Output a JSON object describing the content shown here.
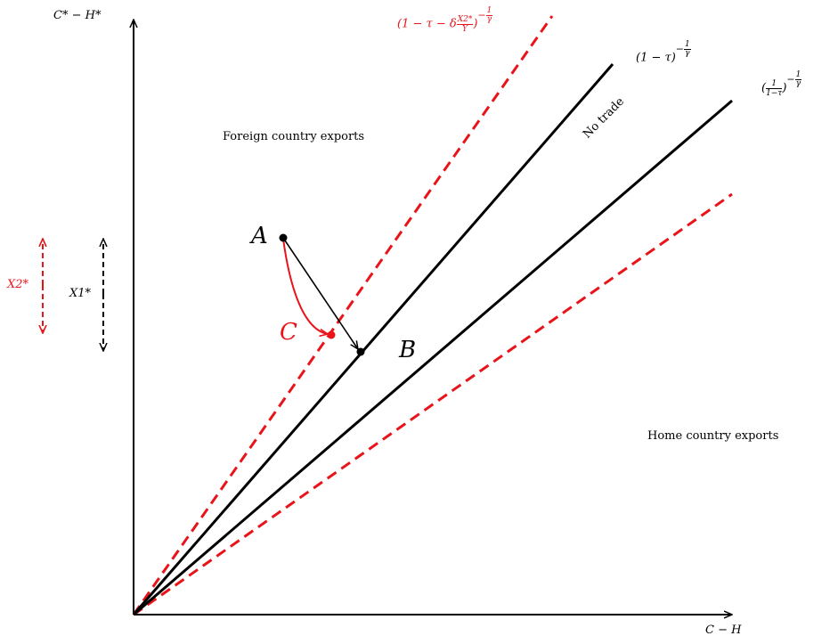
{
  "axes": {
    "y_label": "C* − H*",
    "x_label": "C − H"
  },
  "regions": {
    "foreign": "Foreign country exports",
    "home": "Home country exports",
    "no_trade": "No trade"
  },
  "line_labels": {
    "dashed_upper": {
      "base": "(1 − τ − δ",
      "frac_num": "X2*",
      "frac_den": "Y",
      "close": ")",
      "exp_sign": "−",
      "exp_num": "1",
      "exp_den": "γ"
    },
    "solid_upper": {
      "base": "(1 − τ)",
      "exp_sign": "−",
      "exp_num": "1",
      "exp_den": "γ"
    },
    "solid_lower": {
      "open": "(",
      "frac_num": "1",
      "frac_den": "1−τ",
      "close": ")",
      "exp_sign": "−",
      "exp_num": "1",
      "exp_den": "γ"
    }
  },
  "points": {
    "A": "A",
    "B": "B",
    "C": "C"
  },
  "margins": {
    "x2": "X2*",
    "x1": "X1*"
  },
  "colors": {
    "red": "#e8141a",
    "black": "#000000"
  }
}
